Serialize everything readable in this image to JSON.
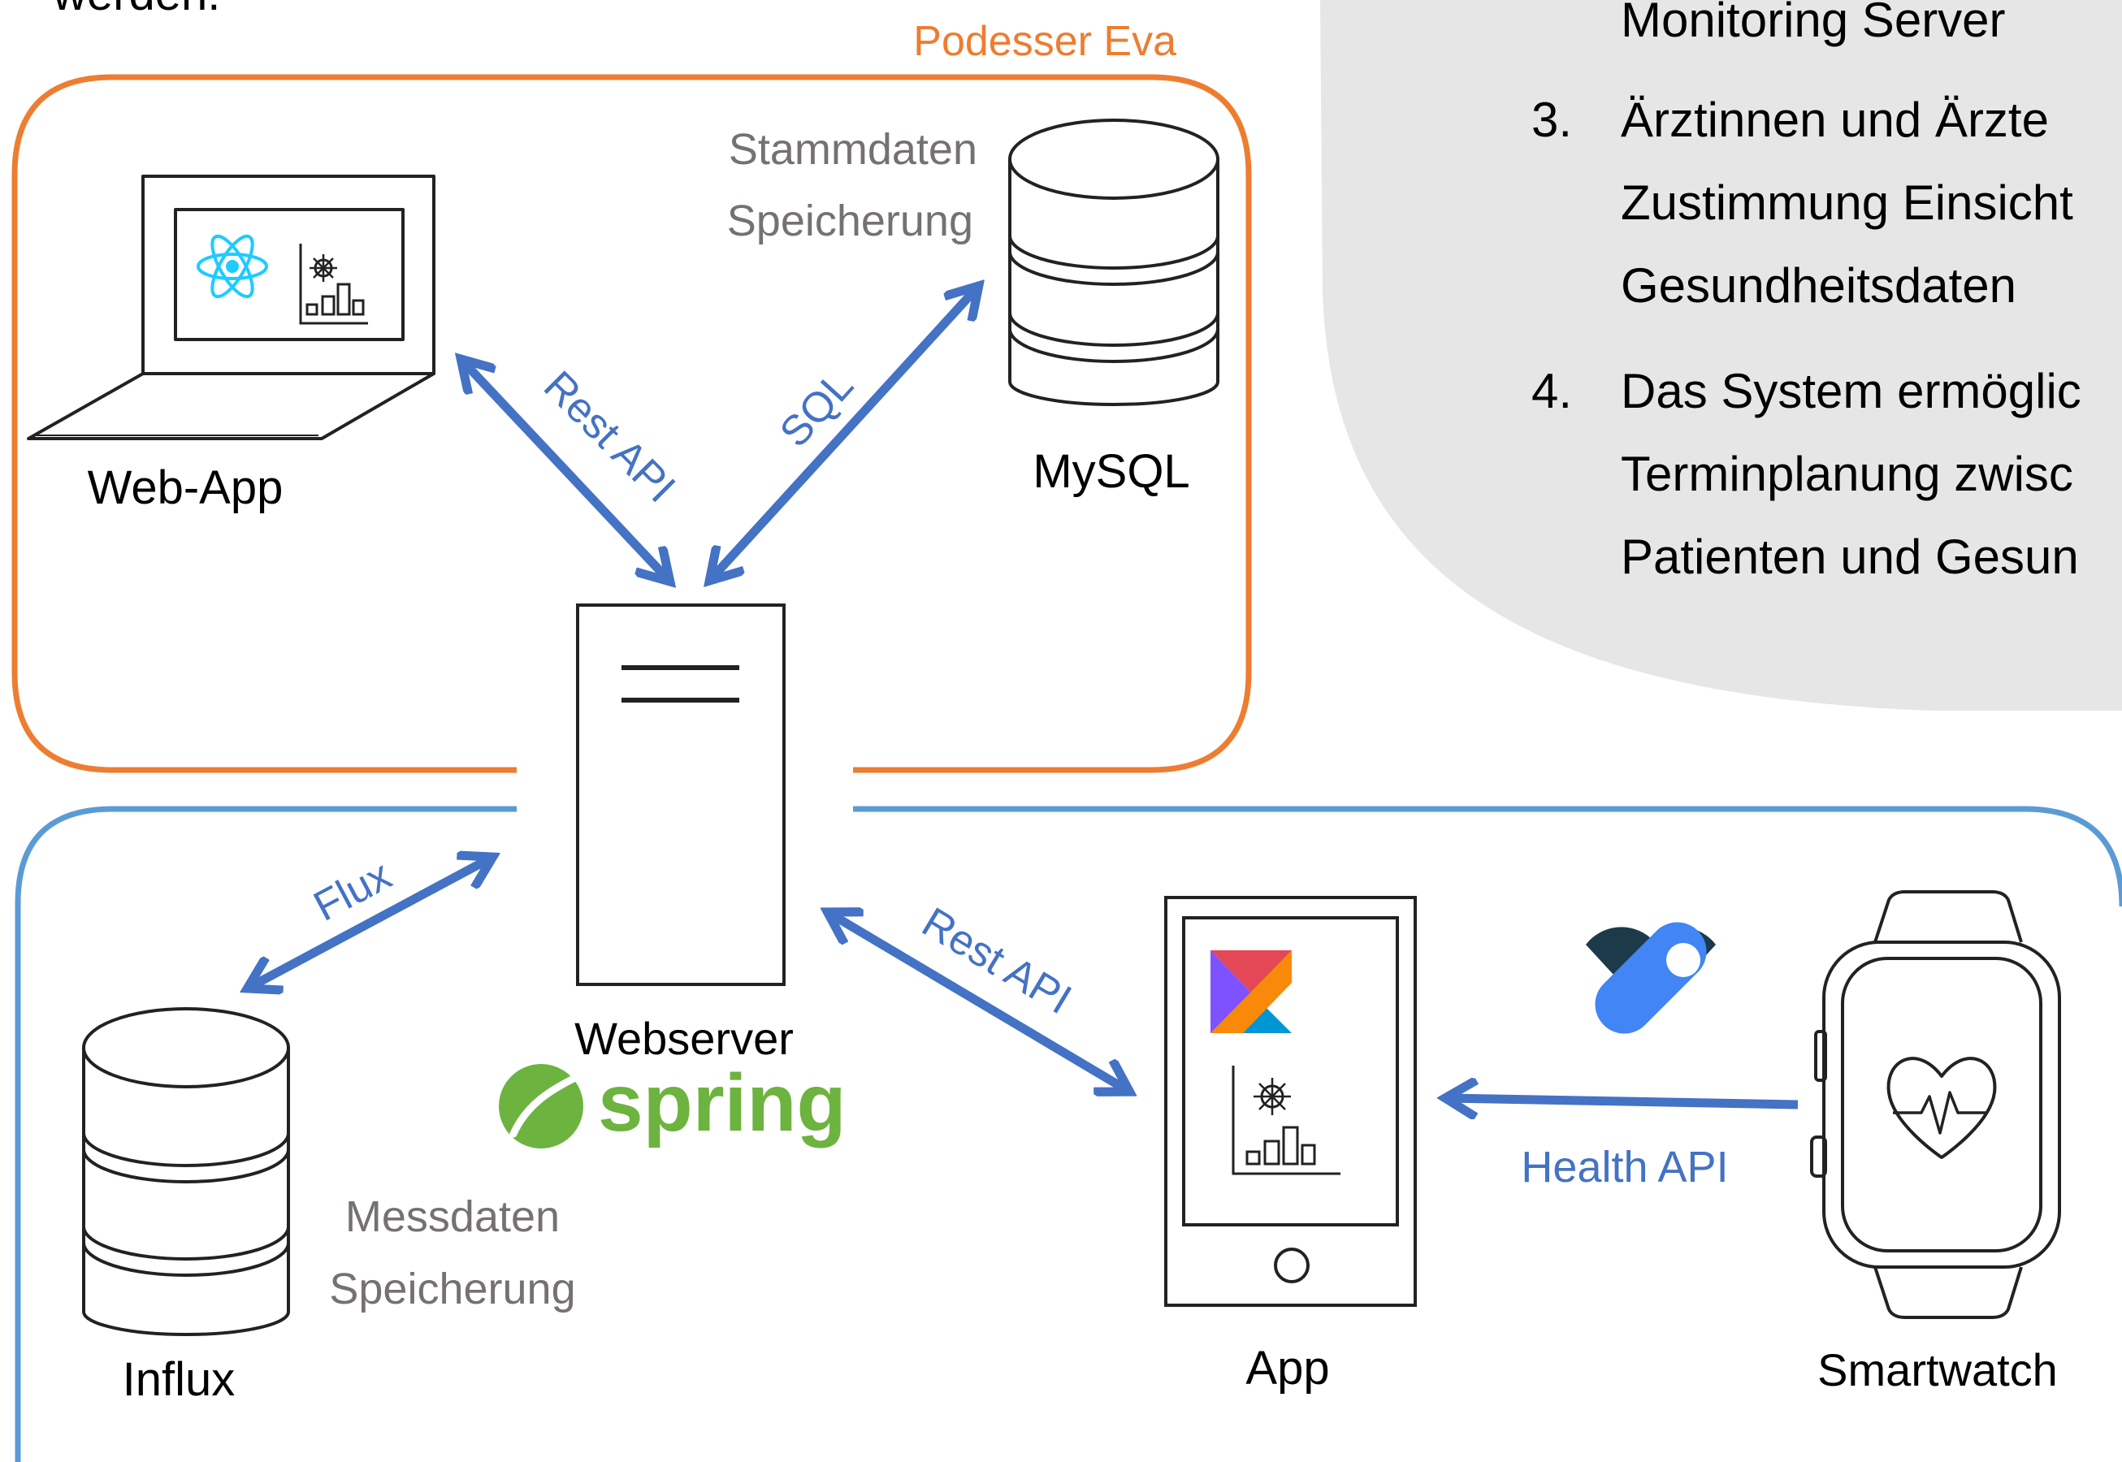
{
  "intro_fragment": "werden.",
  "right_panel": {
    "items": [
      {
        "number": "",
        "lines": [
          "Monitoring Server"
        ]
      },
      {
        "number": "3.",
        "lines": [
          "Ärztinnen und Ärzte",
          "Zustimmung Einsicht",
          "Gesundheitsdaten"
        ]
      },
      {
        "number": "4.",
        "lines": [
          "Das System ermöglic",
          "Terminplanung zwisc",
          "Patienten und  Gesun"
        ]
      }
    ]
  },
  "orange_group": {
    "label": "Podesser Eva",
    "color": "#ED7D31"
  },
  "blue_group_color": "#5B9BD5",
  "arrow_color": "#4472C4",
  "nodes": {
    "web_app": {
      "label": "Web-App",
      "icon": "laptop-icon"
    },
    "mysql": {
      "label": "MySQL",
      "note_lines": [
        "Stammdaten",
        "Speicherung"
      ],
      "icon": "database-icon"
    },
    "webserver": {
      "label": "Webserver",
      "icon": "server-icon"
    },
    "spring_logo": {
      "text": "spring",
      "color": "#6DB33F"
    },
    "influx": {
      "label": "Influx",
      "note_lines": [
        "Messdaten",
        "Speicherung"
      ],
      "icon": "database-icon"
    },
    "app": {
      "label": "App",
      "icon": "smartphone-icon"
    },
    "smartwatch": {
      "label": "Smartwatch",
      "icon": "smartwatch-icon"
    }
  },
  "edges": {
    "webapp_server": "Rest API",
    "mysql_server": "SQL",
    "influx_server": "Flux",
    "app_server": "Rest API",
    "watch_app": "Health API"
  }
}
